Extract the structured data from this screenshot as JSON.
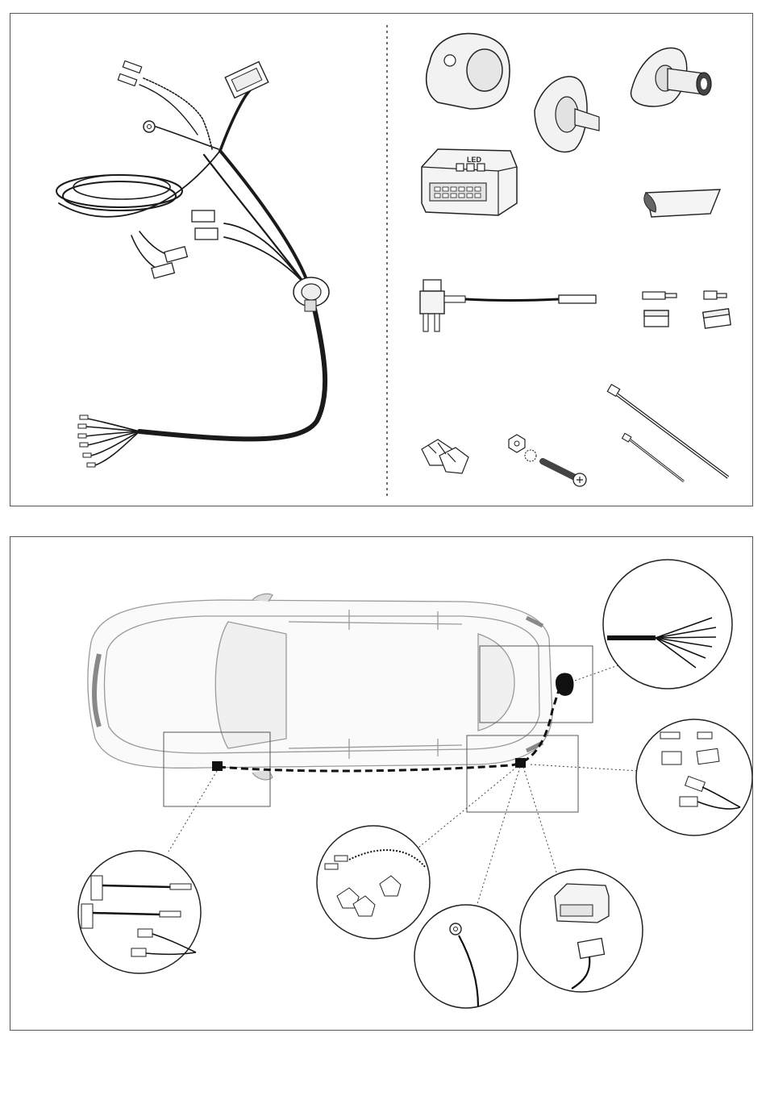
{
  "kit_parts": {
    "module_label": "LED",
    "items": [
      "wiring-harness",
      "socket-13-pin",
      "socket-gasket",
      "socket-mounting-plate",
      "control-module",
      "adhesive-pad",
      "fuse-tap-cable",
      "connectors-small",
      "connectors-large",
      "cable-clips",
      "nut-washer-bolt",
      "cable-ties"
    ]
  },
  "installation": {
    "details": [
      "rear-cable-end-detail",
      "connector-set-detail",
      "fuse-tap-detail",
      "wire-tap-clips-detail",
      "ground-ring-detail",
      "module-plug-detail"
    ]
  }
}
